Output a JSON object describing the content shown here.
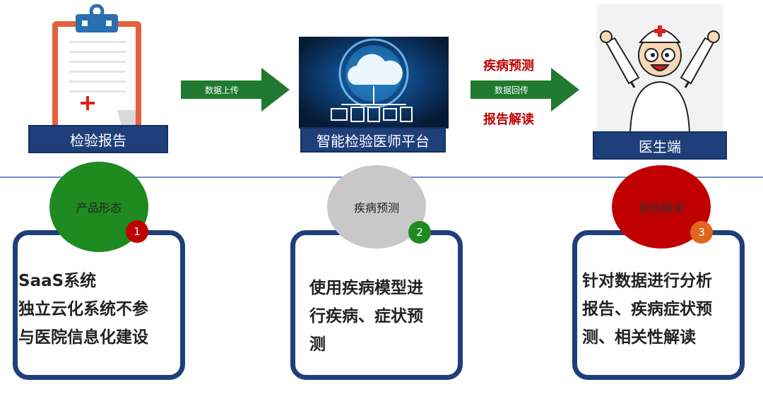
{
  "top": {
    "report": {
      "label": "检验报告"
    },
    "platform": {
      "label": "智能检验医师平台"
    },
    "doctor": {
      "label": "医生端"
    },
    "arrow1": {
      "label": "数据上传"
    },
    "arrow2": {
      "label": "数据回传",
      "above": "疾病预测",
      "below": "报告解读"
    }
  },
  "colors": {
    "navy": "#1f3f7a",
    "green": "#1f8a1f",
    "gray": "#c8c8c8",
    "red": "#c00000",
    "orange": "#e0661c",
    "arrow_green": "#1f7a2f"
  },
  "sections": [
    {
      "circle": "产品形态",
      "badge": "1",
      "lines": [
        "SaaS系统",
        "独立云化系统不参",
        "与医院信息化建设"
      ]
    },
    {
      "circle": "疾病预测",
      "badge": "2",
      "lines": [
        "使用疾病模型进",
        "行疾病、症状预",
        "测"
      ]
    },
    {
      "circle": "报告解读",
      "badge": "3",
      "lines": [
        "针对数据进行分析",
        "报告、疾病症状预",
        "测、相关性解读"
      ]
    }
  ]
}
